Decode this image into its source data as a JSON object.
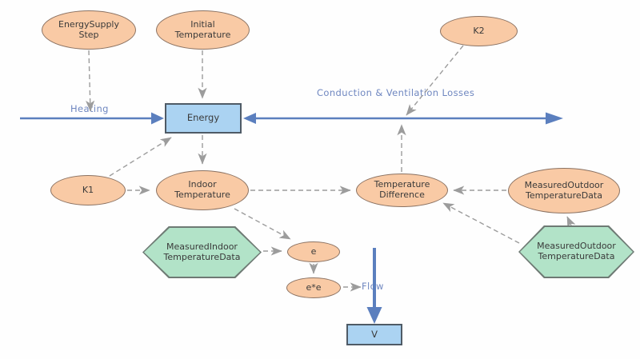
{
  "nodes": {
    "energy_supply_step": {
      "label": "EnergySupply\nStep",
      "type": "auxiliary-ellipse"
    },
    "initial_temperature": {
      "label": "Initial\nTemperature",
      "type": "auxiliary-ellipse"
    },
    "k2": {
      "label": "K2",
      "type": "auxiliary-ellipse"
    },
    "k1": {
      "label": "K1",
      "type": "auxiliary-ellipse"
    },
    "energy": {
      "label": "Energy",
      "type": "stock-rect"
    },
    "indoor_temperature": {
      "label": "Indoor\nTemperature",
      "type": "auxiliary-ellipse"
    },
    "temperature_difference": {
      "label": "Temperature\nDifference",
      "type": "auxiliary-ellipse"
    },
    "measured_outdoor_data_ellipse": {
      "label": "MeasuredOutdoor\nTemperatureData",
      "type": "auxiliary-ellipse"
    },
    "measured_indoor_data_hex": {
      "label": "MeasuredIndoor\nTemperatureData",
      "type": "data-hexagon"
    },
    "measured_outdoor_data_hex": {
      "label": "MeasuredOutdoor\nTemperatureData",
      "type": "data-hexagon"
    },
    "e": {
      "label": "e",
      "type": "auxiliary-ellipse"
    },
    "e_squared": {
      "label": "e*e",
      "type": "auxiliary-ellipse"
    },
    "v": {
      "label": "V",
      "type": "stock-rect"
    }
  },
  "flows": {
    "heating": {
      "label": "Heating"
    },
    "losses": {
      "label": "Conduction & Ventilation Losses"
    },
    "flow": {
      "label": "Flow"
    }
  },
  "colors": {
    "stock_fill": "#ABD3F2",
    "stock_border": "#4F5B66",
    "auxiliary_fill": "#F9CAA5",
    "auxiliary_border": "#8B7262",
    "data_fill": "#B2E3C8",
    "data_border": "#6E7A74",
    "flow_arrow_blue": "#5B7FBE",
    "flow_label_blue": "#6F87C0",
    "link_dash_gray": "#9C9C9C",
    "canvas_background": "#FEFEFE"
  }
}
